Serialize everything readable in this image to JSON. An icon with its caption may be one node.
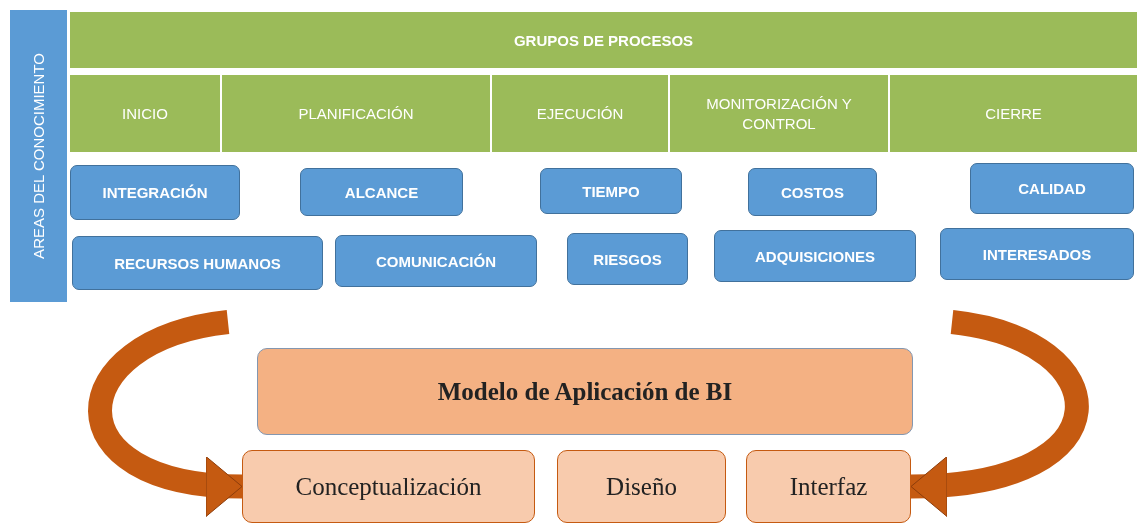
{
  "diagram": {
    "nodes": [
      {
        "text": [
          "AREAS DEL CONOCIMIENTO"
        ]
      },
      {
        "text": [
          "GRUPOS DE PROCESOS"
        ]
      },
      {
        "text": [
          "INICIO"
        ]
      },
      {
        "text": [
          "PLANIFICACIÓN"
        ]
      },
      {
        "text": [
          "EJECUCIÓN"
        ]
      },
      {
        "text": [
          "MONITORIZACIÓN Y CONTROL"
        ]
      },
      {
        "text": [
          "CIERRE"
        ]
      },
      {
        "text": [
          "INTEGRACIÓN"
        ]
      },
      {
        "text": [
          "ALCANCE"
        ]
      },
      {
        "text": [
          "TIEMPO"
        ]
      },
      {
        "text": [
          "COSTOS"
        ]
      },
      {
        "text": [
          "CALIDAD"
        ]
      },
      {
        "text": [
          "RECURSOS HUMANOS"
        ]
      },
      {
        "text": [
          "COMUNICACIÓN"
        ]
      },
      {
        "text": [
          "RIESGOS"
        ]
      },
      {
        "text": [
          "ADQUISICIONES"
        ]
      },
      {
        "text": [
          "INTERESADOS"
        ]
      },
      {
        "text": [
          "Modelo de Aplicación de BI"
        ]
      },
      {
        "text": [
          "Conceptualización"
        ]
      },
      {
        "text": [
          "Diseño"
        ]
      },
      {
        "text": [
          "Interfaz"
        ]
      }
    ],
    "edges": [
      {
        "from": null,
        "to": 18,
        "arrow": "to"
      },
      {
        "from": null,
        "to": 20,
        "arrow": "to"
      }
    ]
  }
}
